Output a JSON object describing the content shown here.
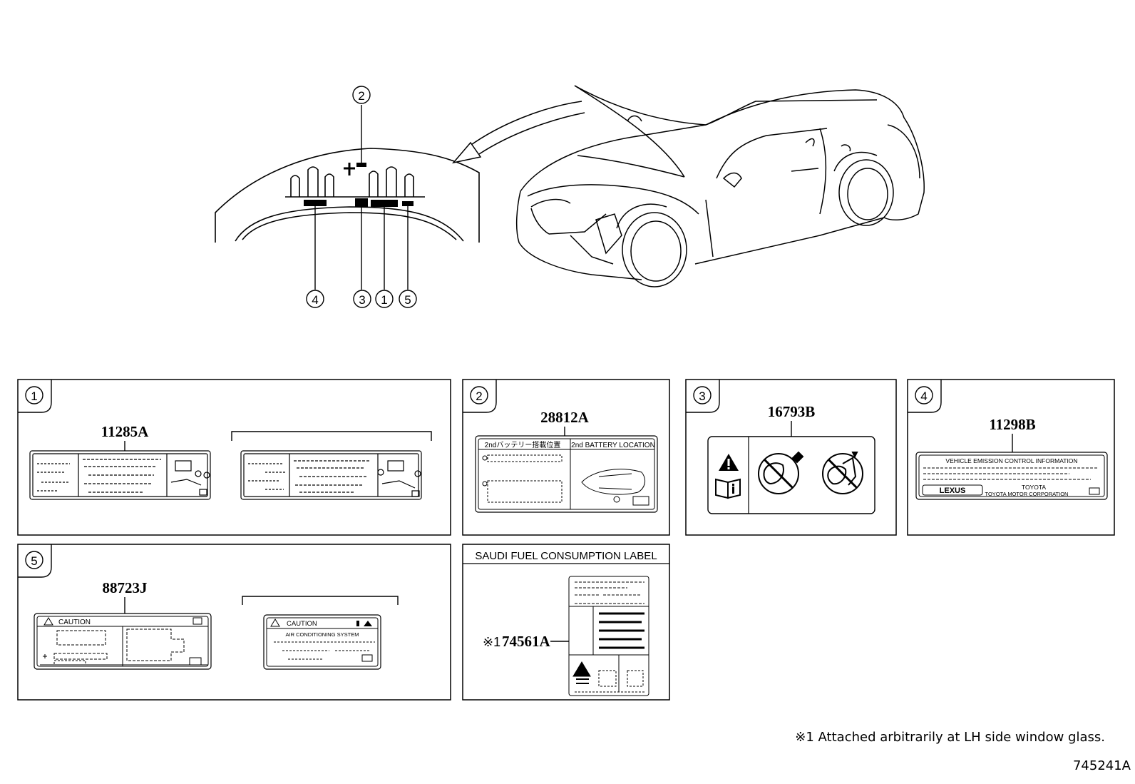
{
  "callouts": {
    "top": [
      "2",
      "4",
      "3",
      "1",
      "5"
    ]
  },
  "panels": [
    {
      "num": "1",
      "part": "11285A"
    },
    {
      "num": "2",
      "part": "28812A",
      "label_texts": {
        "jp": "2ndバッテリー搭載位置",
        "en": "2nd BATTERY LOCATION"
      }
    },
    {
      "num": "3",
      "part": "16793B"
    },
    {
      "num": "4",
      "part": "11298B",
      "label_texts": {
        "title": "VEHICLE EMISSION CONTROL INFORMATION",
        "brand": "LEXUS",
        "maker": "TOYOTA",
        "corp": "TOYOTA MOTOR CORPORATION"
      }
    },
    {
      "num": "5",
      "part": "88723J",
      "label_texts": {
        "caution_a": "CAUTION",
        "caution_b": "CAUTION",
        "ac": "AIR CONDITIONING SYSTEM"
      }
    },
    {
      "title": "SAUDI FUEL CONSUMPTION LABEL",
      "part": "74561A",
      "mark": "※1"
    }
  ],
  "footnote": "※1 Attached arbitrarily at LH side window glass.",
  "figure_id": "745241A",
  "colors": {
    "line": "#000000",
    "background": "#ffffff"
  },
  "icons": [
    "warning-triangle-icon",
    "manual-book-icon",
    "no-hose-spray-icon",
    "no-spray-gun-icon"
  ]
}
